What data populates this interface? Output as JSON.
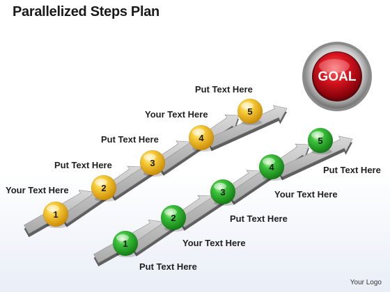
{
  "title": "Parallelized Steps Plan",
  "goal_label": "GOAL",
  "logo_text": "Your Logo",
  "colors": {
    "orange_ball": "#f2b417",
    "green_ball": "#2fae2f",
    "arrow_gray": "#a9a9a9",
    "goal_red": "#d8141f"
  },
  "tracks": [
    {
      "name": "orange",
      "steps": [
        {
          "number": "1",
          "label": "Your Text Here"
        },
        {
          "number": "2",
          "label": "Put Text Here"
        },
        {
          "number": "3",
          "label": "Put Text Here"
        },
        {
          "number": "4",
          "label": "Your Text Here"
        },
        {
          "number": "5",
          "label": "Put Text Here"
        }
      ]
    },
    {
      "name": "green",
      "steps": [
        {
          "number": "1",
          "label": "Put Text Here"
        },
        {
          "number": "2",
          "label": "Your Text Here"
        },
        {
          "number": "3",
          "label": "Put Text Here"
        },
        {
          "number": "4",
          "label": "Your Text Here"
        },
        {
          "number": "5",
          "label": "Put Text Here"
        }
      ]
    }
  ]
}
